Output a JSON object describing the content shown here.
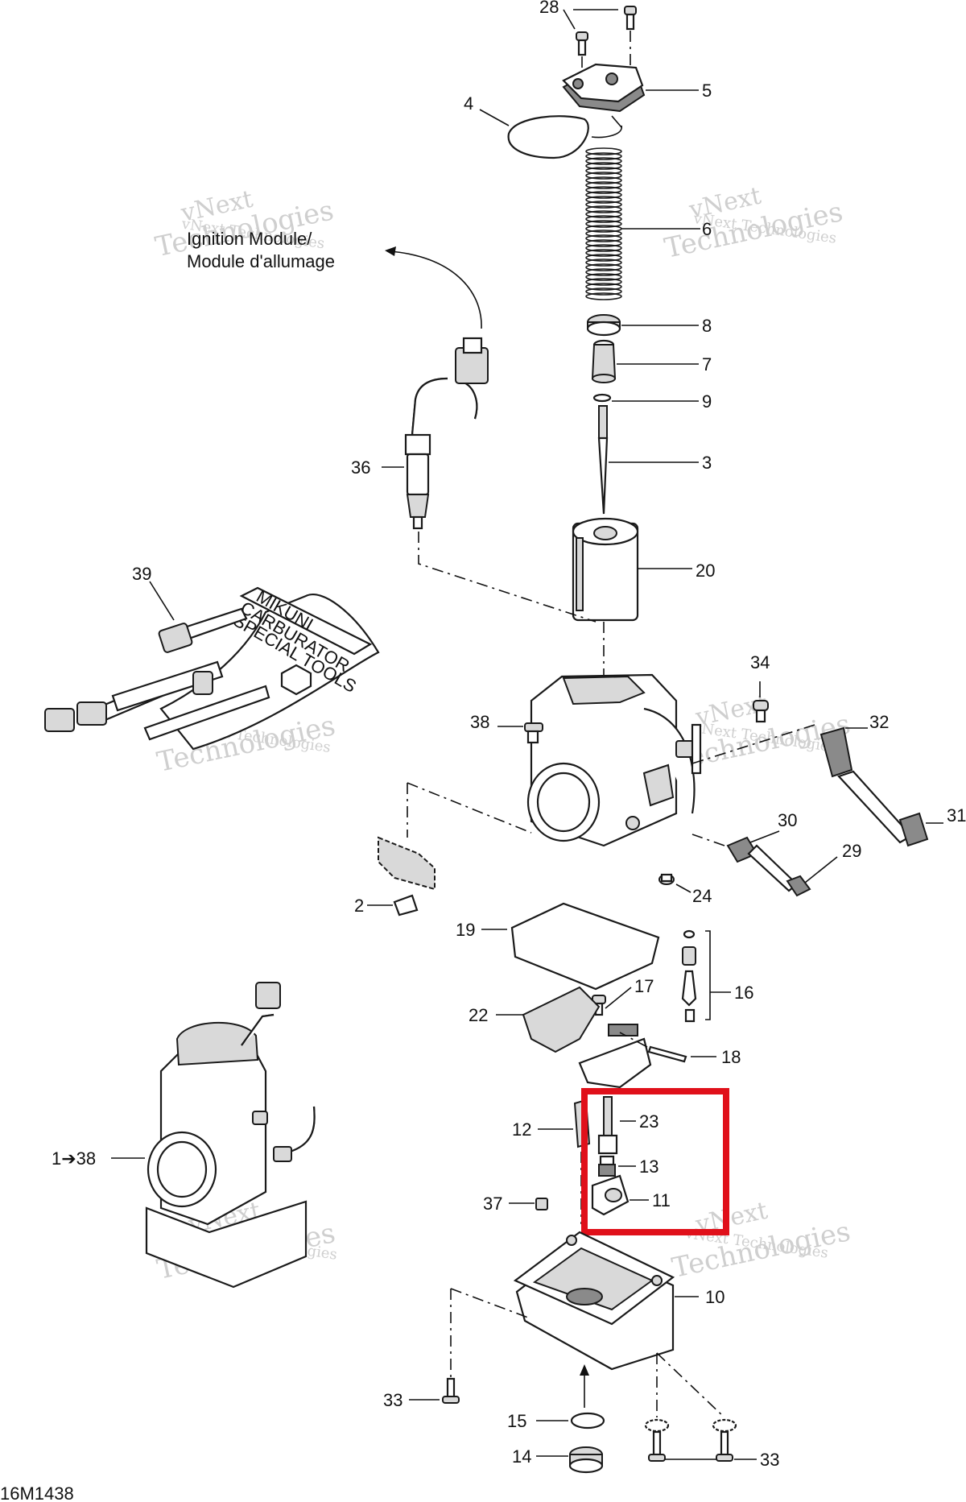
{
  "diagram": {
    "drawing_code": "16M1438",
    "callout_ref": "Ignition Module/ Module d'allumage",
    "callout_line1": "Ignition Module/",
    "callout_line2": "Module d'allumage",
    "tool_kit_text_line1": "MIKUNI",
    "tool_kit_text_line2": "CARBURATOR",
    "tool_kit_text_line3": "SPECIAL TOOLS",
    "watermark_line1": "vNext",
    "watermark_line2": "Technologies",
    "watermark_full": "vNext Technologies",
    "highlight_color": "#e0101a",
    "labels": {
      "p28": "28",
      "p5": "5",
      "p4": "4",
      "p6": "6",
      "p8": "8",
      "p7": "7",
      "p9": "9",
      "p36": "36",
      "p3": "3",
      "p20": "20",
      "p39": "39",
      "p34": "34",
      "p38": "38",
      "p32": "32",
      "p31": "31",
      "p30": "30",
      "p29": "29",
      "p24": "24",
      "p2": "2",
      "p19": "19",
      "p16": "16",
      "p17": "17",
      "p22": "22",
      "p18": "18",
      "p23": "23",
      "p12": "12",
      "p13": "13",
      "p11": "11",
      "p1": "1➔38",
      "p37": "37",
      "p10": "10",
      "p33a": "33",
      "p15": "15",
      "p14": "14",
      "p33b": "33"
    }
  }
}
